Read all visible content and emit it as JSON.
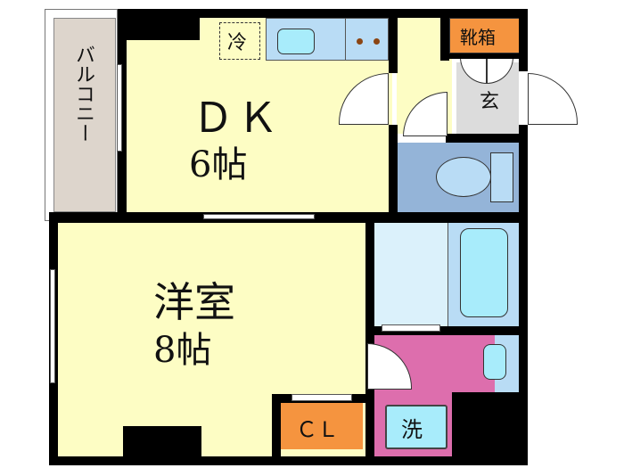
{
  "floorplan": {
    "balcony": {
      "label": "バルコニー",
      "color": "#ddd5cc"
    },
    "dk": {
      "name": "ＤＫ",
      "size": "6帖",
      "color": "#fdfdc4"
    },
    "western_room": {
      "name": "洋室",
      "size": "8帖",
      "color": "#fdfdc4"
    },
    "fridge": {
      "label": "冷"
    },
    "kitchen": {
      "color": "#b9dcf5",
      "sink_color": "#a8ecfb",
      "burner_color": "#8b4513"
    },
    "shoe_box": {
      "label": "靴箱",
      "color": "#f5943f"
    },
    "entrance": {
      "label": "玄",
      "color": "#dcdcdc"
    },
    "toilet": {
      "color": "#94b4d8"
    },
    "bath": {
      "color": "#b9dcf5",
      "tub_color": "#a8ecfb",
      "wash_area_color": "#dbf1fb"
    },
    "washroom": {
      "color": "#dd6ead"
    },
    "washer": {
      "label": "洗",
      "color": "#a8ecfb"
    },
    "closet": {
      "label": "ＣＬ",
      "color": "#f5943f"
    },
    "wall_color": "#000000"
  }
}
